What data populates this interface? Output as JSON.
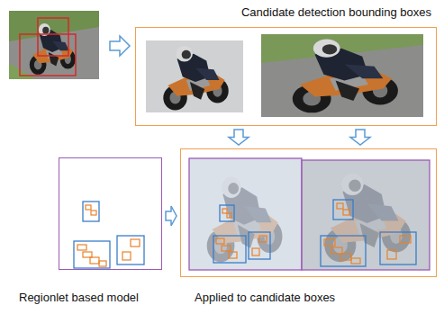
{
  "diagram": {
    "nodes": [
      {
        "text": [
          "Candidate detection bounding boxes"
        ]
      },
      {
        "text": [
          "Regionlet based model"
        ]
      },
      {
        "text": [
          "Applied to candidate boxes"
        ]
      }
    ],
    "edges": [
      {
        "from": 0,
        "to": 2,
        "arrow": "to"
      },
      {
        "from": 0,
        "to": 2,
        "arrow": "to"
      },
      {
        "from": 1,
        "to": 2,
        "arrow": "to"
      }
    ]
  }
}
